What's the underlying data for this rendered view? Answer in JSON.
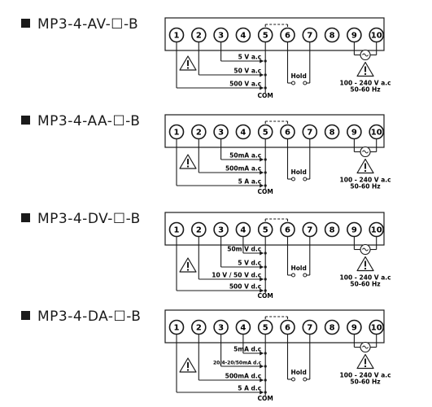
{
  "diagrams": [
    {
      "model": "MP3-4-AV-☐-B",
      "inputs": [
        "5 V a.c",
        "50 V a.c",
        "500 V a.c"
      ],
      "common": "COM",
      "relay": "Hold",
      "power": [
        "100 - 240 V a.c",
        "50-60 Hz"
      ],
      "terminals": [
        "1",
        "2",
        "3",
        "4",
        "5",
        "6",
        "7",
        "8",
        "9",
        "10"
      ]
    },
    {
      "model": "MP3-4-AA-☐-B",
      "inputs": [
        "50mA a.c",
        "500mA a.c",
        "5 A a.c"
      ],
      "common": "COM",
      "relay": "Hold",
      "power": [
        "100 - 240 V a.c",
        "50-60 Hz"
      ],
      "terminals": [
        "1",
        "2",
        "3",
        "4",
        "5",
        "6",
        "7",
        "8",
        "9",
        "10"
      ]
    },
    {
      "model": "MP3-4-DV-☐-B",
      "inputs": [
        "50m V d.c",
        "5 V d.c",
        "10 V / 50 V d.c",
        "500 V d.c"
      ],
      "common": "COM",
      "relay": "Hold",
      "power": [
        "100 - 240 V a.c",
        "50-60 Hz"
      ],
      "terminals": [
        "1",
        "2",
        "3",
        "4",
        "5",
        "6",
        "7",
        "8",
        "9",
        "10"
      ]
    },
    {
      "model": "MP3-4-DA-☐-B",
      "inputs": [
        "5mA d.c",
        "20/4-20/50mA d.c",
        "500mA d.c",
        "5 A d.c"
      ],
      "common": "COM",
      "relay": "Hold",
      "power": [
        "100 - 240 V a.c",
        "50-60 Hz"
      ],
      "terminals": [
        "1",
        "2",
        "3",
        "4",
        "5",
        "6",
        "7",
        "8",
        "9",
        "10"
      ]
    }
  ]
}
